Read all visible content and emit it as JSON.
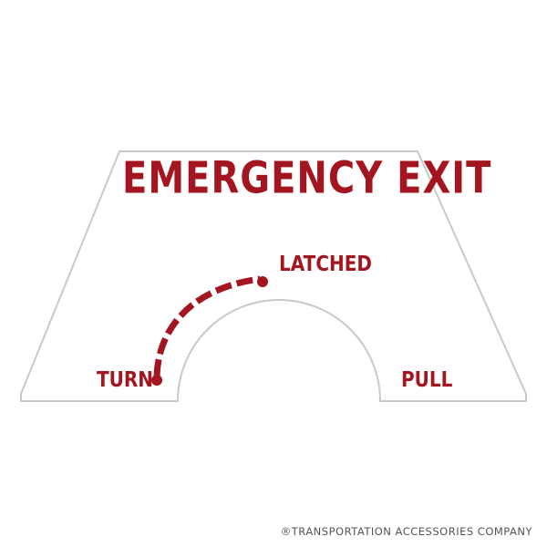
{
  "label": {
    "title": "EMERGENCY EXIT",
    "latched": "LATCHED",
    "turn": "TURN",
    "pull": "PULL"
  },
  "copyright": "®TRANSPORTATION ACCESSORIES COMPANY",
  "colors": {
    "text_red": "#a3161f",
    "outline": "#c9c9c9",
    "background": "#ffffff",
    "copyright": "#555555"
  },
  "icons": {
    "turn_arc": "dashed-arc-arrow-icon"
  }
}
